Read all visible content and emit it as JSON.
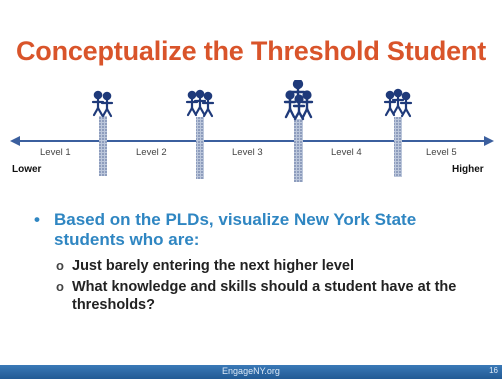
{
  "slide": {
    "title": "Conceptualize the Threshold Student",
    "levels": [
      "Level 1",
      "Level 2",
      "Level 3",
      "Level 4",
      "Level 5"
    ],
    "lower_label": "Lower",
    "higher_label": "Higher",
    "main_bullet": "Based on the PLDs, visualize New York State students who are:",
    "sub_bullets": [
      "Just barely entering the next higher level",
      "What knowledge and skills should a student have at the thresholds?"
    ],
    "footer_url": "EngageNY.org",
    "page_number": "16"
  },
  "colors": {
    "title": "#d9542a",
    "bullet": "#2f86c2",
    "axis": "#3b5f9e",
    "figures": "#1f3a7a",
    "footer": "#2d6aa8"
  },
  "icons": [
    "people-group-icon",
    "arrow-left-icon",
    "arrow-right-icon"
  ]
}
